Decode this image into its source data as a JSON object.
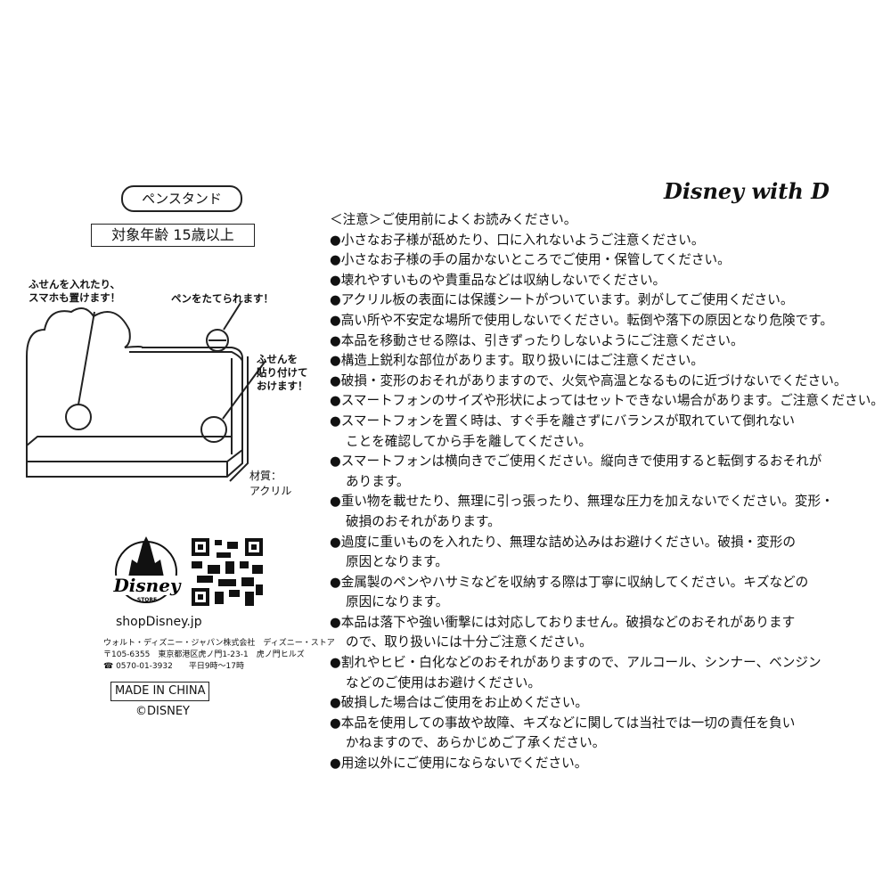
{
  "product": {
    "name": "ペンスタンド",
    "age": "対象年齢 15歳以上"
  },
  "diagram": {
    "callout_left": [
      "ふせんを入れたり、",
      "スマホも置けます！"
    ],
    "callout_pen": "ペンをたてられます！",
    "callout_right": [
      "ふせんを",
      "貼り付けて",
      "おけます！"
    ],
    "material": [
      "材質：",
      "アクリル"
    ]
  },
  "brand": {
    "logo": "Disney with D",
    "store_logo": "DISNEY STORE",
    "url": "shopDisney.jp",
    "company": "ウォルト・ディズニー・ジャパン株式会社　ディズニー・ストア",
    "address": "〒105-6355　東京都港区虎ノ門1-23-1　虎ノ門ヒルズ",
    "phone": "☎ 0570-01-3932　　平日9時～17時",
    "made_in": "MADE IN CHINA",
    "copyright": "©DISNEY"
  },
  "notes": [
    {
      "text": "＜注意＞ご使用前によくお読みください。",
      "cont": false
    },
    {
      "text": "●小さなお子様が舐めたり、口に入れないようご注意ください。",
      "cont": false
    },
    {
      "text": "●小さなお子様の手の届かないところでご使用・保管してください。",
      "cont": false
    },
    {
      "text": "●壊れやすいものや貴重品などは収納しないでください。",
      "cont": false
    },
    {
      "text": "●アクリル板の表面には保護シートがついています。剥がしてご使用ください。",
      "cont": false
    },
    {
      "text": "●高い所や不安定な場所で使用しないでください。転倒や落下の原因となり危険です。",
      "cont": false
    },
    {
      "text": "●本品を移動させる際は、引きずったりしないようにご注意ください。",
      "cont": false
    },
    {
      "text": "●構造上鋭利な部位があります。取り扱いにはご注意ください。",
      "cont": false
    },
    {
      "text": "●破損・変形のおそれがありますので、火気や高温となるものに近づけないでください。",
      "cont": false
    },
    {
      "text": "●スマートフォンのサイズや形状によってはセットできない場合があります。ご注意ください。",
      "cont": false
    },
    {
      "text": "●スマートフォンを置く時は、すぐ手を離さずにバランスが取れていて倒れない",
      "cont": false
    },
    {
      "text": "ことを確認してから手を離してください。",
      "cont": true
    },
    {
      "text": "●スマートフォンは横向きでご使用ください。縦向きで使用すると転倒するおそれが",
      "cont": false
    },
    {
      "text": "あります。",
      "cont": true
    },
    {
      "text": "●重い物を載せたり、無理に引っ張ったり、無理な圧力を加えないでください。変形・",
      "cont": false
    },
    {
      "text": "破損のおそれがあります。",
      "cont": true
    },
    {
      "text": "●過度に重いものを入れたり、無理な詰め込みはお避けください。破損・変形の",
      "cont": false
    },
    {
      "text": "原因となります。",
      "cont": true
    },
    {
      "text": "●金属製のペンやハサミなどを収納する際は丁寧に収納してください。キズなどの",
      "cont": false
    },
    {
      "text": "原因になります。",
      "cont": true
    },
    {
      "text": "●本品は落下や強い衝撃には対応しておりません。破損などのおそれがあります",
      "cont": false
    },
    {
      "text": "ので、取り扱いには十分ご注意ください。",
      "cont": true
    },
    {
      "text": "●割れやヒビ・白化などのおそれがありますので、アルコール、シンナー、ベンジン",
      "cont": false
    },
    {
      "text": "などのご使用はお避けください。",
      "cont": true
    },
    {
      "text": "●破損した場合はご使用をお止めください。",
      "cont": false
    },
    {
      "text": "●本品を使用しての事故や故障、キズなどに関しては当社では一切の責任を負い",
      "cont": false
    },
    {
      "text": "かねますので、あらかじめご了承ください。",
      "cont": true
    },
    {
      "text": "●用途以外にご使用にならないでください。",
      "cont": false
    }
  ]
}
